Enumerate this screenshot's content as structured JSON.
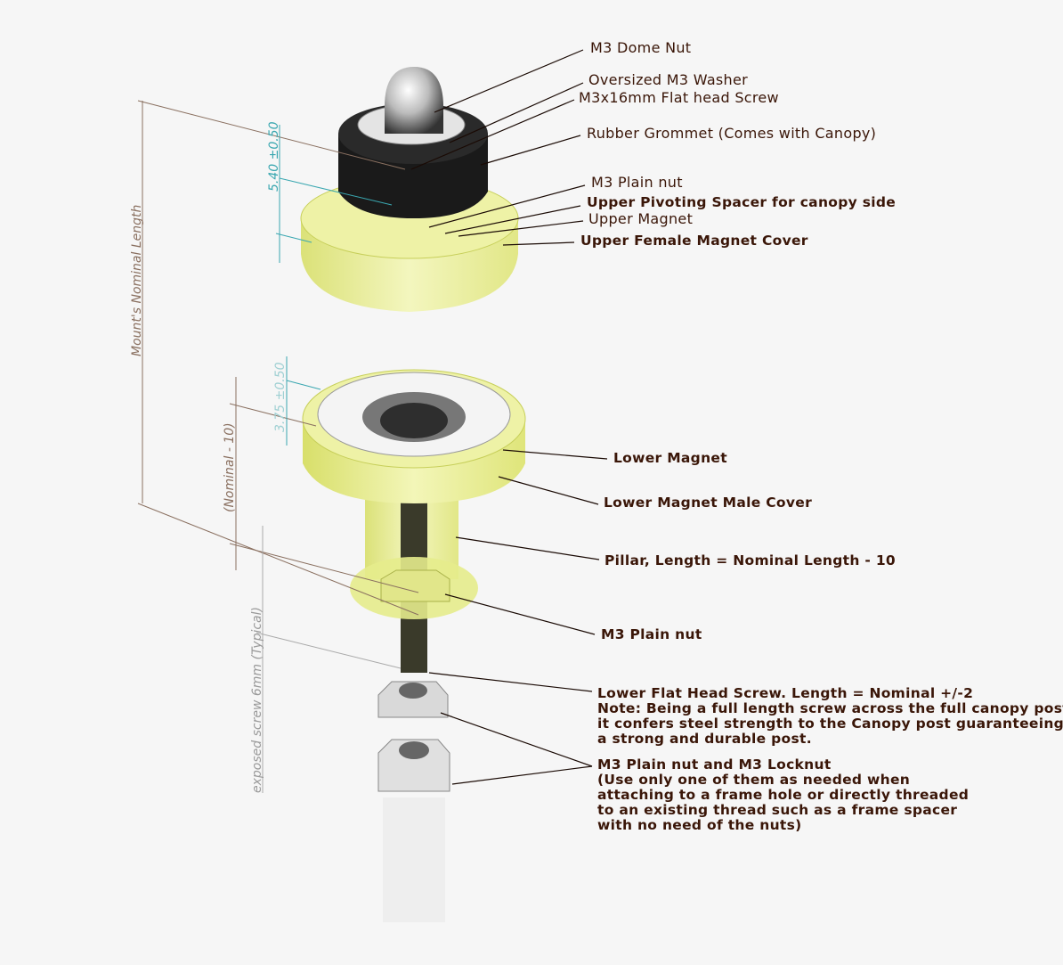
{
  "labels": {
    "dome_nut": "M3 Dome Nut",
    "washer": "Oversized M3 Washer",
    "flat_screw": "M3x16mm Flat head Screw",
    "grommet": "Rubber Grommet (Comes with Canopy)",
    "upper_plain_nut": "M3 Plain nut",
    "pivot_spacer": "Upper Pivoting Spacer for canopy side",
    "upper_magnet": "Upper Magnet",
    "upper_cover": "Upper Female Magnet Cover",
    "lower_magnet": "Lower Magnet",
    "lower_cover": "Lower Magnet Male Cover",
    "pillar": "Pillar, Length = Nominal Length - 10",
    "lower_plain_nut": "M3 Plain nut",
    "lower_screw": "Lower Flat Head Screw. Length = Nominal +/-2\nNote: Being a full length screw across the full canopy post\nit confers steel strength to the Canopy post guaranteeing\na strong and durable post.",
    "nuts": "M3 Plain nut and M3 Locknut\n(Use only one of them as needed when\nattaching to a frame hole or directly threaded\nto an existing thread such as a frame spacer\nwith no need of the nuts)"
  },
  "dimensions": {
    "nominal_length": "Mount's Nominal Length",
    "upper_gap": "5.40 ±0.50",
    "lower_gap": "3.75 ±0.50",
    "nominal_minus": "(Nominal - 10)",
    "exposed": "exposed screw 6mm (Typical)"
  },
  "colors": {
    "text": "#3a1608",
    "cover": "#e6ec8c",
    "dimension": "#3aa7b0"
  }
}
